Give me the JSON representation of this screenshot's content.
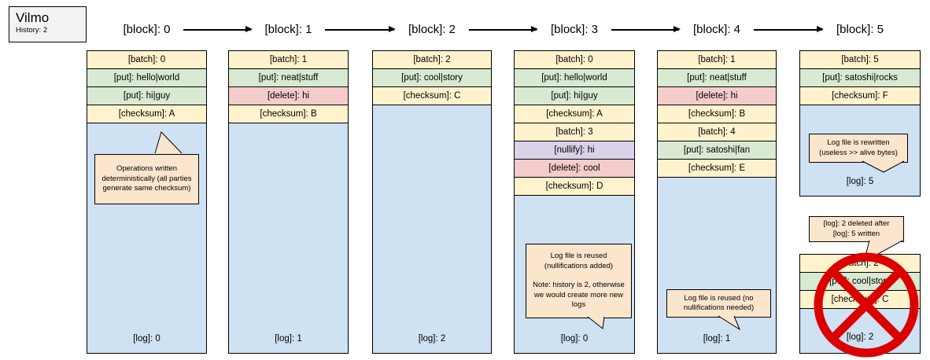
{
  "app": {
    "title": "Vilmo",
    "subtitle": "History: 2"
  },
  "blocks": [
    {
      "header": "[block]: 0",
      "rows": [
        {
          "type": "batch",
          "label": "[batch]: 0"
        },
        {
          "type": "put",
          "label": "[put]: hello|world"
        },
        {
          "type": "put",
          "label": "[put]: hi|guy"
        },
        {
          "type": "checksum",
          "label": "[checksum]: A"
        }
      ],
      "log": "[log]: 0",
      "callout": "Operations written deterministically (all parties generate same checksum)"
    },
    {
      "header": "[block]: 1",
      "rows": [
        {
          "type": "batch",
          "label": "[batch]: 1"
        },
        {
          "type": "put",
          "label": "[put]: neat|stuff"
        },
        {
          "type": "delete",
          "label": "[delete]: hi"
        },
        {
          "type": "checksum",
          "label": "[checksum]: B"
        }
      ],
      "log": "[log]: 1"
    },
    {
      "header": "[block]: 2",
      "rows": [
        {
          "type": "batch",
          "label": "[batch]: 2"
        },
        {
          "type": "put",
          "label": "[put]: cool|story"
        },
        {
          "type": "checksum",
          "label": "[checksum]: C"
        }
      ],
      "log": "[log]: 2"
    },
    {
      "header": "[block]: 3",
      "rows": [
        {
          "type": "batch",
          "label": "[batch]: 0"
        },
        {
          "type": "put",
          "label": "[put]: hello|world"
        },
        {
          "type": "put",
          "label": "[put]: hi|guy"
        },
        {
          "type": "checksum",
          "label": "[checksum]: A"
        },
        {
          "type": "batch",
          "label": "[batch]: 3"
        },
        {
          "type": "nullify",
          "label": "[nullify]: hi"
        },
        {
          "type": "delete",
          "label": "[delete]: cool"
        },
        {
          "type": "checksum",
          "label": "[checksum]: D"
        }
      ],
      "log": "[log]: 0",
      "callout_line1": "Log file is reused (nullifications added)",
      "callout_line2": "Note: history is 2, otherwise we would create more new logs"
    },
    {
      "header": "[block]: 4",
      "rows": [
        {
          "type": "batch",
          "label": "[batch]: 1"
        },
        {
          "type": "put",
          "label": "[put]: neat|stuff"
        },
        {
          "type": "delete",
          "label": "[delete]: hi"
        },
        {
          "type": "checksum",
          "label": "[checksum]: B"
        },
        {
          "type": "batch",
          "label": "[batch]: 4"
        },
        {
          "type": "put",
          "label": "[put]: satoshi|fan"
        },
        {
          "type": "checksum",
          "label": "[checksum]: E"
        }
      ],
      "log": "[log]: 1",
      "callout": "Log file is reused (no nullifications needed)"
    },
    {
      "header": "[block]: 5",
      "rows": [
        {
          "type": "batch",
          "label": "[batch]: 5"
        },
        {
          "type": "put",
          "label": "[put]: satoshi|rocks"
        },
        {
          "type": "checksum",
          "label": "[checksum]: F"
        }
      ],
      "log": "[log]: 5",
      "callout": "Log file is rewritten (useless >> alive bytes)"
    }
  ],
  "deleted_block": {
    "rows": [
      {
        "type": "batch",
        "label": "[batch]: 2"
      },
      {
        "type": "put",
        "label": "[put]: cool|story"
      },
      {
        "type": "checksum",
        "label": "[checksum]: C"
      }
    ],
    "log": "[log]: 2",
    "callout": "[log]: 2 deleted after [log]: 5 written"
  },
  "colors": {
    "row_yellow": "#fff2cc",
    "row_green": "#d9ead3",
    "row_red": "#f4cccc",
    "row_purple": "#d9d2e9",
    "log_blue": "#cfe2f3",
    "callout_peach": "#fce5cd",
    "title_gray": "#f3f3f3",
    "prohibited_red": "#db0000"
  }
}
